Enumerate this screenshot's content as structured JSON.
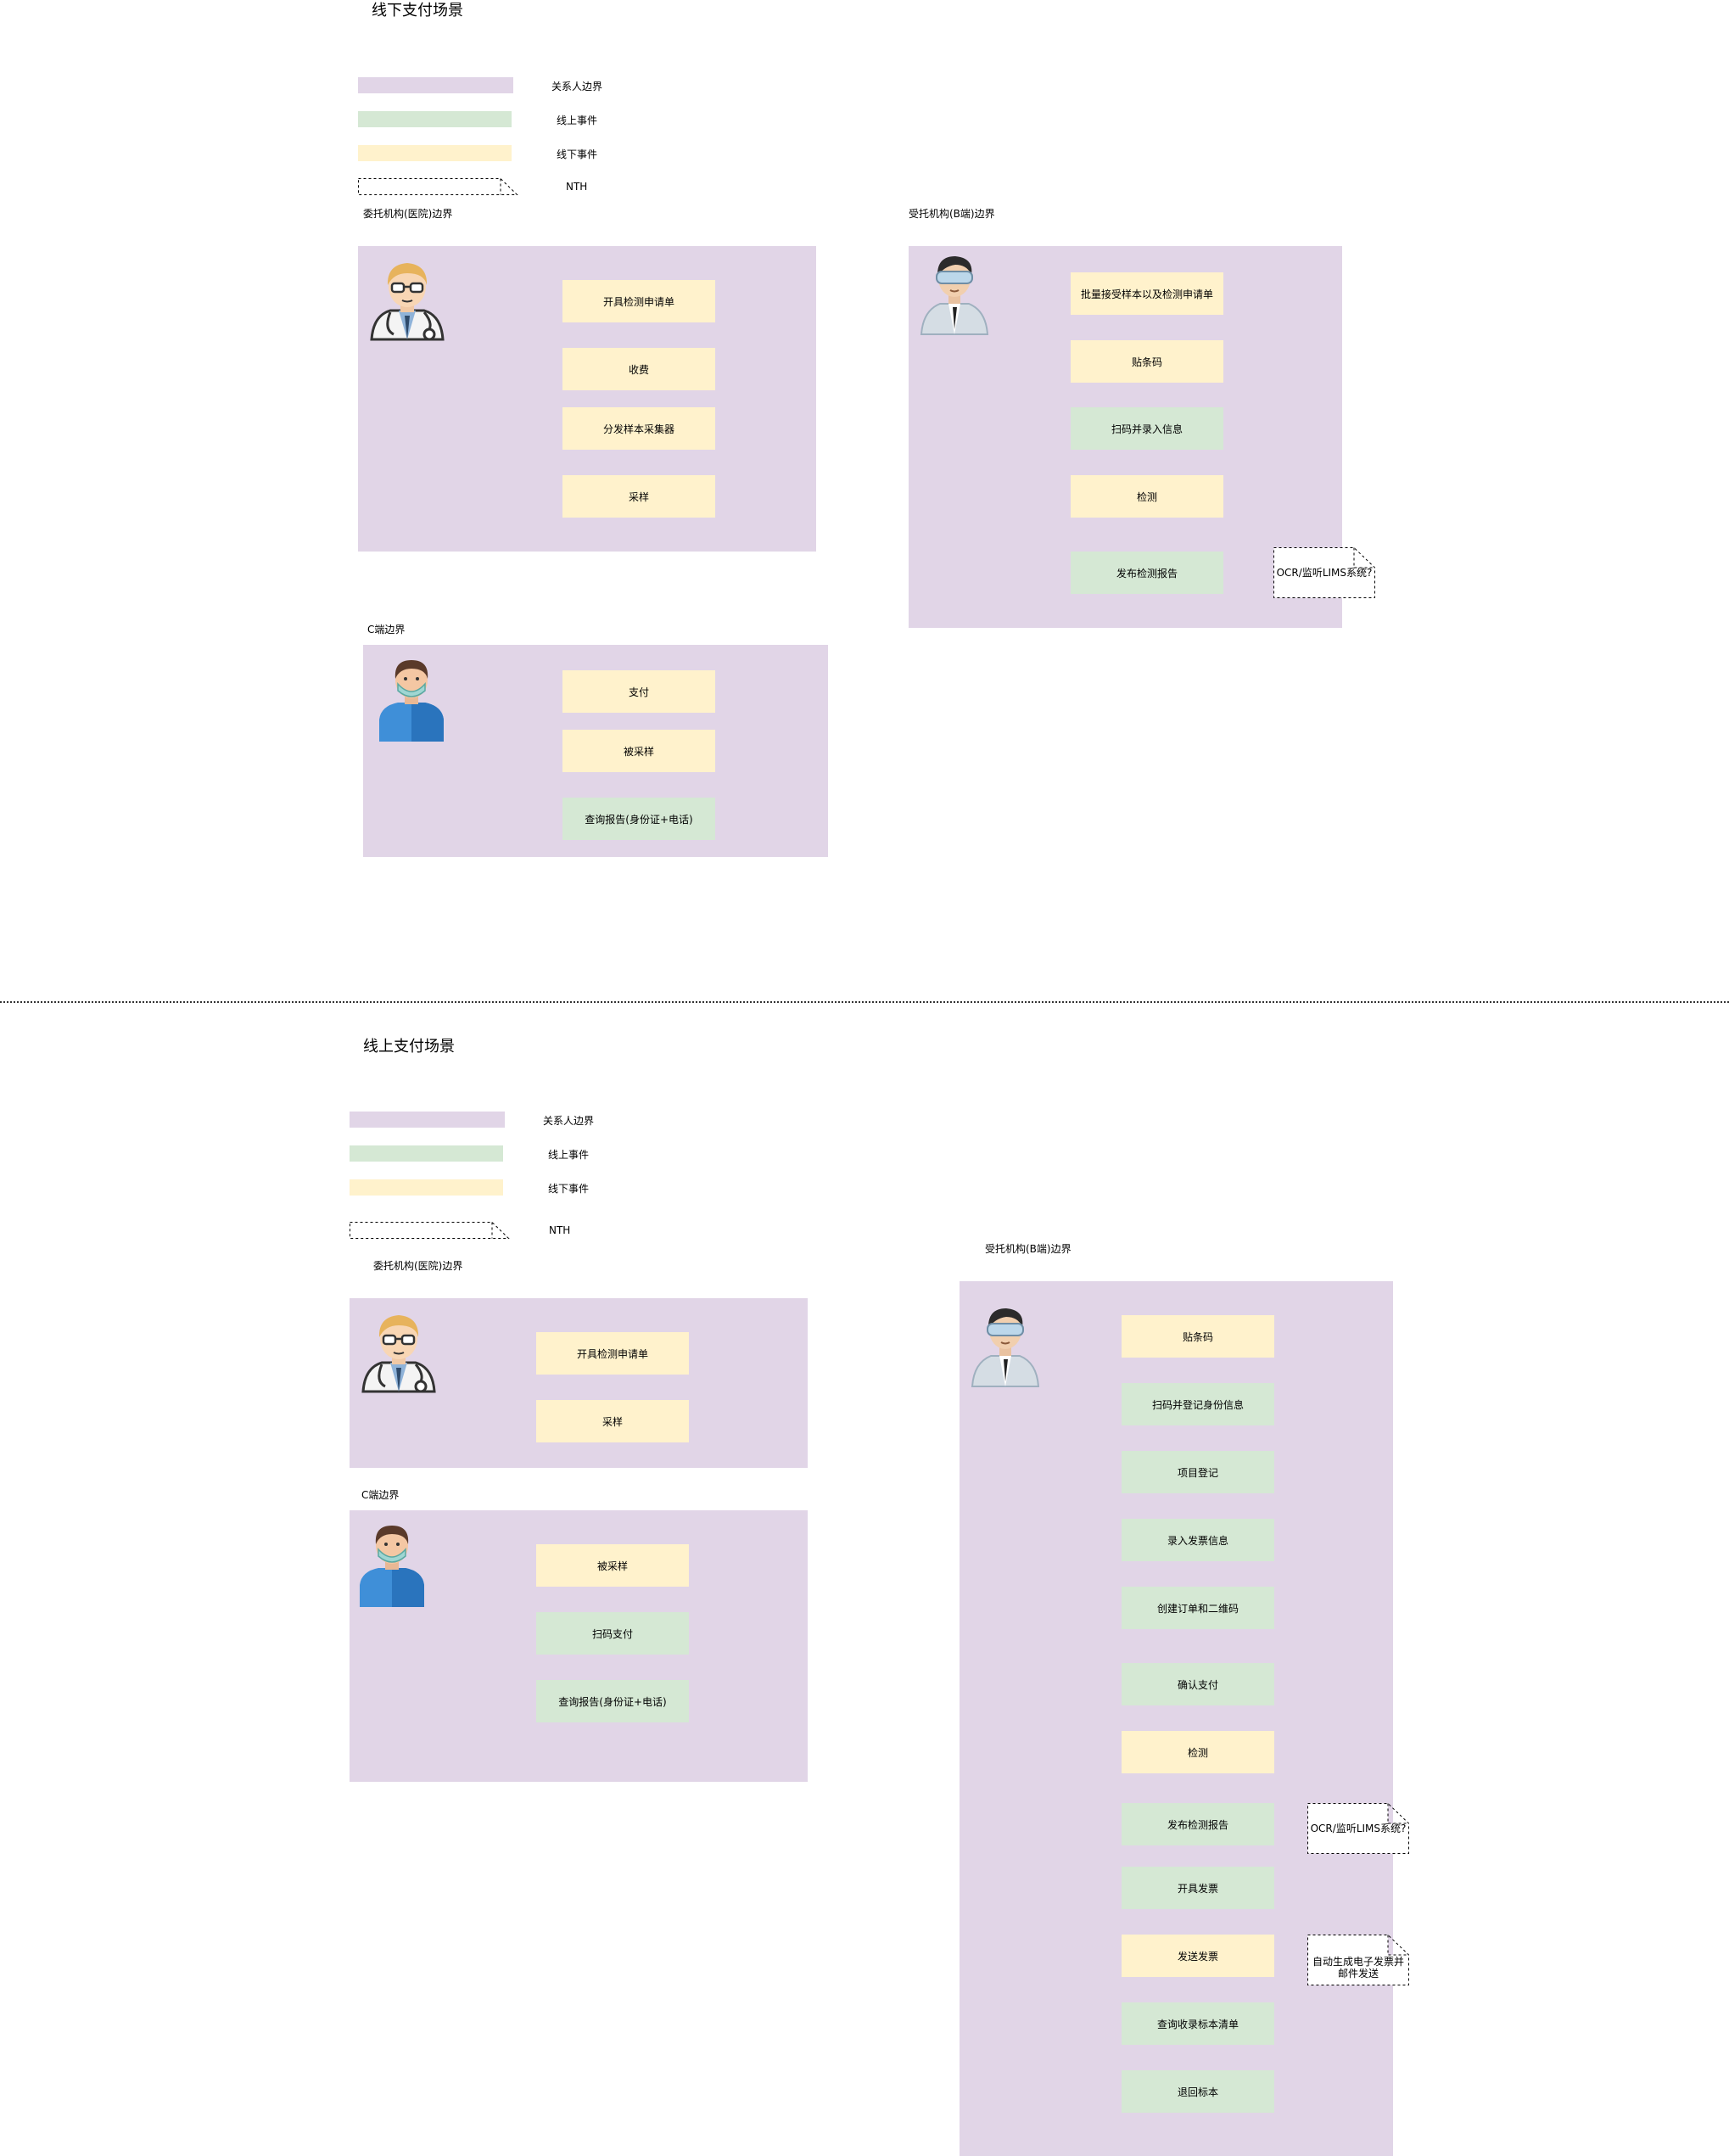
{
  "offline": {
    "title": "线下支付场景",
    "legend": {
      "relation_boundary": "关系人边界",
      "online_event": "线上事件",
      "offline_event": "线下事件",
      "nth": "NTH"
    },
    "hospital": {
      "label": "委托机构(医院)边界",
      "cards": [
        "开具检测申请单",
        "收费",
        "分发样本采集器",
        "采样"
      ]
    },
    "lab": {
      "label": "受托机构(B端)边界",
      "cards": [
        "批量接受样本以及检测申请单",
        "贴条码",
        "扫码并录入信息",
        "检测",
        "发布检测报告"
      ],
      "note": "OCR/监听LIMS系统?"
    },
    "customer": {
      "label": "C端边界",
      "cards": [
        "支付",
        "被采样",
        "查询报告(身份证+电话)"
      ]
    }
  },
  "online": {
    "title": "线上支付场景",
    "legend": {
      "relation_boundary": "关系人边界",
      "online_event": "线上事件",
      "offline_event": "线下事件",
      "nth": "NTH"
    },
    "hospital": {
      "label": "委托机构(医院)边界",
      "cards": [
        "开具检测申请单",
        "采样"
      ]
    },
    "customer": {
      "label": "C端边界",
      "cards": [
        "被采样",
        "扫码支付",
        "查询报告(身份证+电话)"
      ]
    },
    "lab": {
      "label": "受托机构(B端)边界",
      "cards": [
        "贴条码",
        "扫码并登记身份信息",
        "项目登记",
        "录入发票信息",
        "创建订单和二维码",
        "确认支付",
        "检测",
        "发布检测报告",
        "开具发票",
        "发送发票",
        "查询收录标本清单",
        "退回标本"
      ],
      "note_ocr": "OCR/监听LIMS系统?",
      "note_invoice": "自动生成电子发票并邮件发送"
    }
  },
  "colors": {
    "boundary": "#e1d5e7",
    "online": "#d5e8d4",
    "offline": "#fff2cc"
  }
}
